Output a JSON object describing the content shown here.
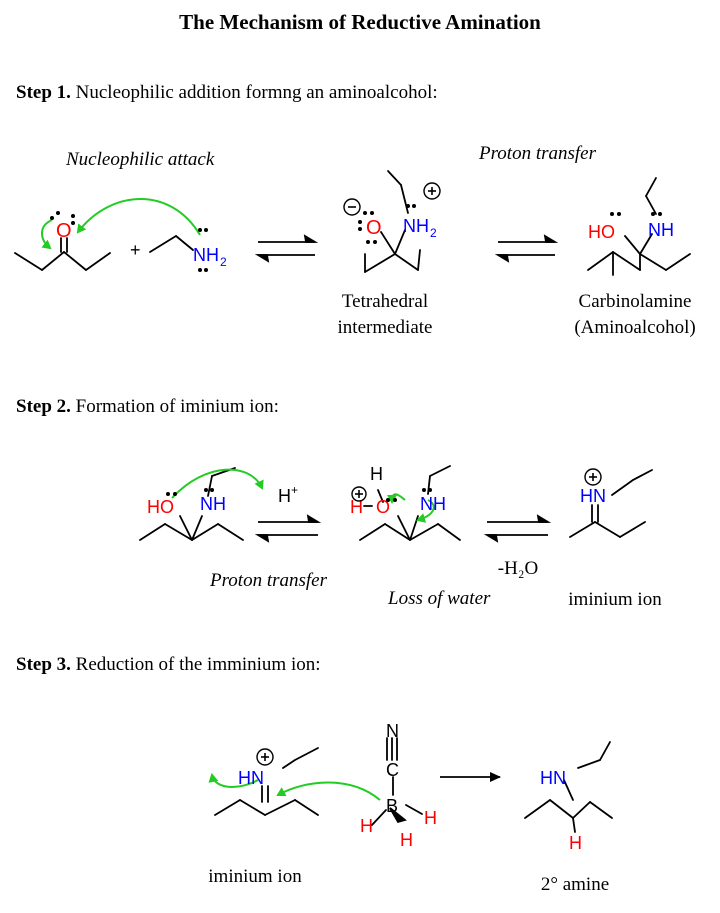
{
  "title": "The Mechanism of Reductive Amination",
  "step1": {
    "heading": "Step 1.",
    "text": "Nucleophilic addition formng an aminoalcohol:",
    "label_attack": "Nucleophilic attack",
    "label_transfer": "Proton transfer",
    "caption_intermediate": [
      "Tetrahedral",
      "intermediate"
    ],
    "caption_product": [
      "Carbinolamine",
      "(Aminoalcohol)"
    ]
  },
  "step2": {
    "heading": "Step 2.",
    "text": "Formation of iminium ion:",
    "label_transfer": "Proton transfer",
    "label_loss": "Loss of water",
    "water_loss": "-H₂O",
    "caption_product": "iminium ion"
  },
  "step3": {
    "heading": "Step 3.",
    "text": "Reduction of the imminium ion:",
    "caption_reactant": "iminium ion",
    "caption_product": "2° amine"
  },
  "atoms": {
    "O": "O",
    "HO": "HO",
    "NH2": "NH",
    "NH2_sub": "2",
    "NH": "NH",
    "HN": "HN",
    "H": "H",
    "Hplus": "H",
    "B": "B",
    "C": "C",
    "N": "N",
    "plus": "+",
    "charge_plus": "+",
    "charge_minus": "−"
  },
  "colors": {
    "oxygen": "#ff0000",
    "nitrogen": "#0000ff",
    "arrow": "#22cc22",
    "bond": "#000000"
  }
}
